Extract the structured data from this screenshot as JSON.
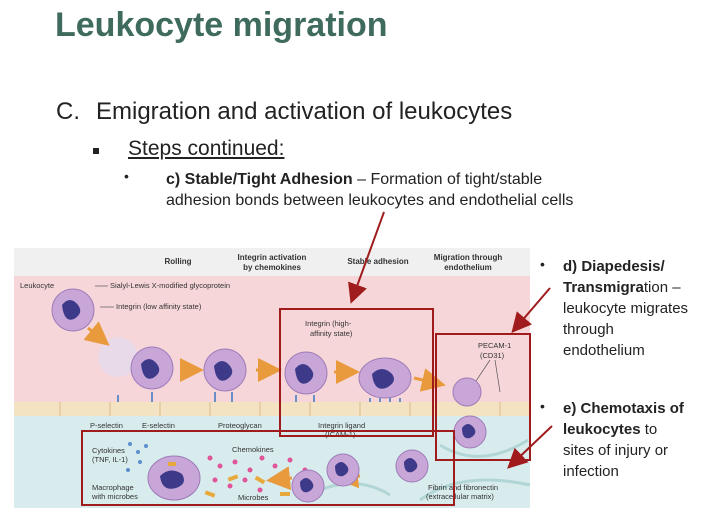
{
  "slide": {
    "title": "Leukocyte migration",
    "section": {
      "letter": "C.",
      "text": "Emigration and activation of leukocytes"
    },
    "sub_heading": "Steps continued:",
    "step_c": {
      "label": "c) Stable/Tight Adhesion",
      "desc_line1": " – Formation of tight/stable",
      "desc_line2": "adhesion bonds between leukocytes and endothelial cells"
    },
    "step_d": {
      "label_line1": "d) Diapedesis/",
      "label_line2_bold": "Transmigra",
      "label_line2_rest": "tion –",
      "line3": "leukocyte migrates",
      "line4": "through",
      "line5": "endothelium"
    },
    "step_e": {
      "label_line1": "e) Chemotaxis of",
      "label_line2_bold": "leukocytes",
      "label_line2_rest": " to",
      "line3": "sites of injury or",
      "line4": "infection"
    }
  },
  "figure": {
    "col_rolling": "Rolling",
    "col_integrin_1": "Integrin activation",
    "col_integrin_2": "by chemokines",
    "col_stable": "Stable adhesion",
    "col_migration_1": "Migration through",
    "col_migration_2": "endothelium",
    "leukocyte": "Leukocyte",
    "sialyl": "Sialyl-Lewis X-modified glycoprotein",
    "integrin_low": "Integrin (low affinity state)",
    "integrin_high_1": "Integrin (high-",
    "integrin_high_2": "affinity state)",
    "pecam_1": "PECAM-1",
    "pecam_2": "(CD31)",
    "p_selectin": "P-selectin",
    "e_selectin": "E-selectin",
    "proteoglycan": "Proteoglycan",
    "integrin_ligand_1": "Integrin ligand",
    "integrin_ligand_2": "(ICAM-1)",
    "cytokines_1": "Cytokines",
    "cytokines_2": "(TNF, IL-1)",
    "chemokines": "Chemokines",
    "macrophage_1": "Macrophage",
    "macrophage_2": "with microbes",
    "microbes": "Microbes",
    "fibrin_1": "Fibrin and fibronectin",
    "fibrin_2": "(extracellular matrix)"
  },
  "colors": {
    "title": "#3f6a5e",
    "highlight_box": "#a01c1c",
    "blood": "#f6d6d9",
    "tissue": "#d8ecee",
    "cell": "#c8a6d8",
    "nucleus": "#3e3a8a"
  }
}
